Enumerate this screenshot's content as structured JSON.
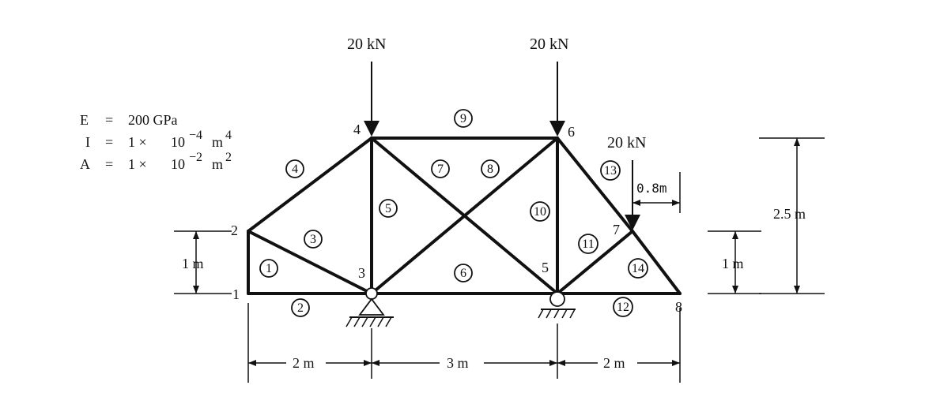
{
  "properties": {
    "E": {
      "symbol": "E",
      "eq": "=",
      "value": "200 GPa"
    },
    "I": {
      "symbol": "I",
      "eq": "=",
      "coef": "1 ×",
      "base": "10",
      "exp": "−4",
      "unit": "m",
      "unit_exp": "4"
    },
    "A": {
      "symbol": "A",
      "eq": "=",
      "coef": "1 ×",
      "base": "10",
      "exp": "−2",
      "unit": "m",
      "unit_exp": "2"
    }
  },
  "nodes": {
    "n1": "1",
    "n2": "2",
    "n3": "3",
    "n4": "4",
    "n5": "5",
    "n6": "6",
    "n7": "7",
    "n8": "8"
  },
  "members": [
    "1",
    "2",
    "3",
    "4",
    "5",
    "6",
    "7",
    "8",
    "9",
    "10",
    "11",
    "12",
    "13",
    "14"
  ],
  "loads": {
    "load_node4": "20 kN",
    "load_node6": "20 kN",
    "load_node7": "20 kN"
  },
  "dimensions": {
    "bottom_left": "2 m",
    "bottom_mid": "3 m",
    "bottom_right": "2 m",
    "left_height": "1 m",
    "right_height_small": "1 m",
    "right_height_total": "2.5 m",
    "load_offset": "0.8m"
  }
}
